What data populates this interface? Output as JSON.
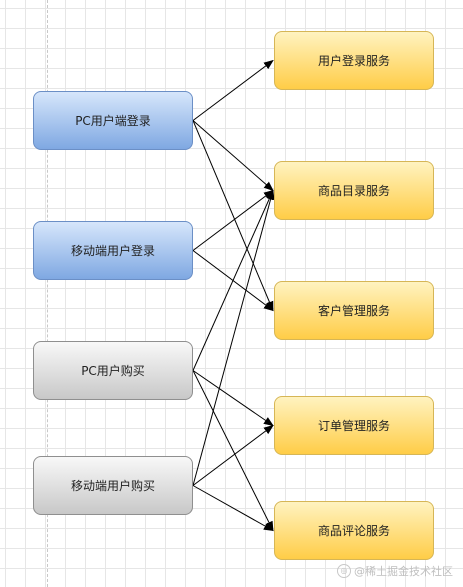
{
  "clients": [
    {
      "id": "pc-login",
      "label": "PC用户端登录",
      "style": "blue"
    },
    {
      "id": "mobile-login",
      "label": "移动端用户登录",
      "style": "blue"
    },
    {
      "id": "pc-buy",
      "label": "PC用户购买",
      "style": "gray"
    },
    {
      "id": "mobile-buy",
      "label": "移动端用户购买",
      "style": "gray"
    }
  ],
  "services": [
    {
      "id": "login-svc",
      "label": "用户登录服务"
    },
    {
      "id": "catalog-svc",
      "label": "商品目录服务"
    },
    {
      "id": "customer-svc",
      "label": "客户管理服务"
    },
    {
      "id": "order-svc",
      "label": "订单管理服务"
    },
    {
      "id": "review-svc",
      "label": "商品评论服务"
    }
  ],
  "edges": [
    [
      "pc-login",
      "login-svc"
    ],
    [
      "pc-login",
      "catalog-svc"
    ],
    [
      "pc-login",
      "customer-svc"
    ],
    [
      "mobile-login",
      "catalog-svc"
    ],
    [
      "mobile-login",
      "customer-svc"
    ],
    [
      "pc-buy",
      "catalog-svc"
    ],
    [
      "pc-buy",
      "order-svc"
    ],
    [
      "pc-buy",
      "review-svc"
    ],
    [
      "mobile-buy",
      "catalog-svc"
    ],
    [
      "mobile-buy",
      "order-svc"
    ],
    [
      "mobile-buy",
      "review-svc"
    ]
  ],
  "colors": {
    "client_login": "#7fa8e2",
    "client_buy": "#c8c8c8",
    "service": "#ffcd47",
    "edge": "#000000"
  },
  "watermark": "@稀土掘金技术社区"
}
